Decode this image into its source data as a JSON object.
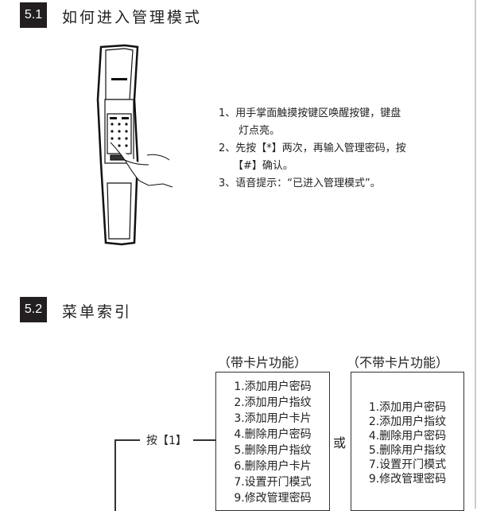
{
  "section1": {
    "number": "5.1",
    "title": "如何进入管理模式",
    "steps": [
      "1、用手掌面触摸按键区唤醒按键，键盘",
      "灯点亮。",
      "2、先按【*】两次，再输入管理密码，按",
      "【#】确认。",
      "3、语音提示：“已进入管理模式”。"
    ],
    "illustration": "door-lock-with-hand-icon"
  },
  "section2": {
    "number": "5.2",
    "title": "菜单索引",
    "press_label": "按【1】",
    "or_label": "或",
    "with_card": {
      "header": "（带卡片功能）",
      "items": [
        "1.添加用户密码",
        "2.添加用户指纹",
        "3.添加用户卡片",
        "4.删除用户密码",
        "5.删除用户指纹",
        "6.删除用户卡片",
        "7.设置开门模式",
        "9.修改管理密码"
      ]
    },
    "without_card": {
      "header": "（不带卡片功能）",
      "items": [
        "1.添加用户密码",
        "2.添加用户指纹",
        "4.删除用户密码",
        "5.删除用户指纹",
        "7.设置开门模式",
        "9.修改管理密码"
      ]
    }
  }
}
